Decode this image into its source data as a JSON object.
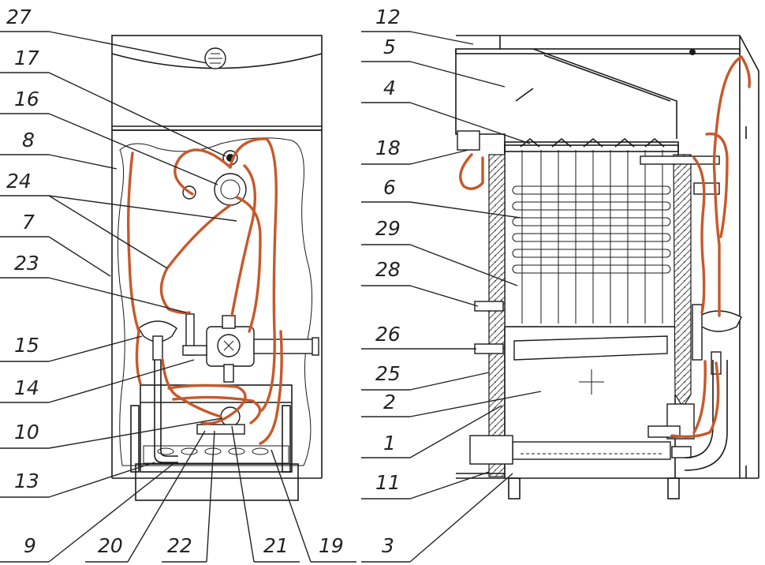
{
  "colors": {
    "pipe": "#c8582a",
    "line": "#1a1a1a",
    "insulation_hatch": "#555555"
  },
  "left_labels": [
    "27",
    "17",
    "16",
    "8",
    "24",
    "7",
    "23",
    "15",
    "14",
    "10",
    "13"
  ],
  "right_labels": [
    "12",
    "5",
    "4",
    "18",
    "6",
    "29",
    "28",
    "26",
    "25",
    "2",
    "1",
    "11"
  ],
  "bottom_labels": [
    "9",
    "20",
    "22",
    "21",
    "19",
    "3"
  ]
}
